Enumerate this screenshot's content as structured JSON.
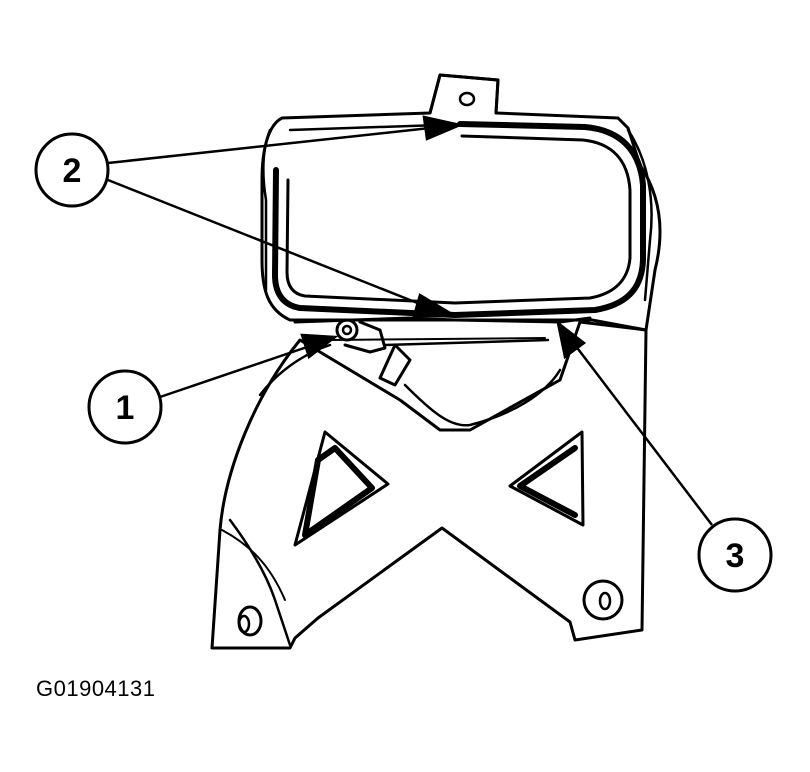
{
  "callouts": [
    {
      "id": "1",
      "label": "1"
    },
    {
      "id": "2",
      "label": "2"
    },
    {
      "id": "3",
      "label": "3"
    }
  ],
  "figure_id": "G01904131",
  "colors": {
    "ink": "#000000",
    "paper": "#ffffff"
  }
}
